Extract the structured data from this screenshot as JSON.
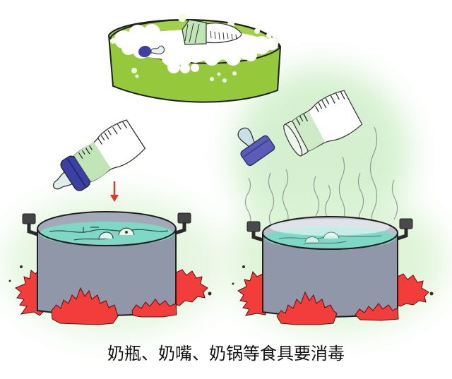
{
  "caption": "奶瓶、奶嘴、奶锅等食具要消毒",
  "scene": {
    "elements": [
      "green-wash-basin-with-foam",
      "baby-bottle-left",
      "red-down-arrow",
      "pot-left-with-water",
      "fire-left",
      "baby-bottle-right",
      "nipple-cap-right",
      "steam-lines",
      "pot-right-boiling",
      "fire-right"
    ]
  },
  "colors": {
    "basin": "#96c83c",
    "basin_inner": "#a3d04a",
    "foam": "#ffffff",
    "pot": "#9097a8",
    "pot_inner": "#a3a9b9",
    "water": "#7fd7c6",
    "fire": "#f23d3a",
    "cap_blue": "#3d40a3",
    "cap_purple": "#5a5cb8",
    "bottle_liquid": "#c2e5b8",
    "arrow": "#d83a34",
    "outline": "#1e1e1e",
    "steam": "#7a7f86"
  }
}
